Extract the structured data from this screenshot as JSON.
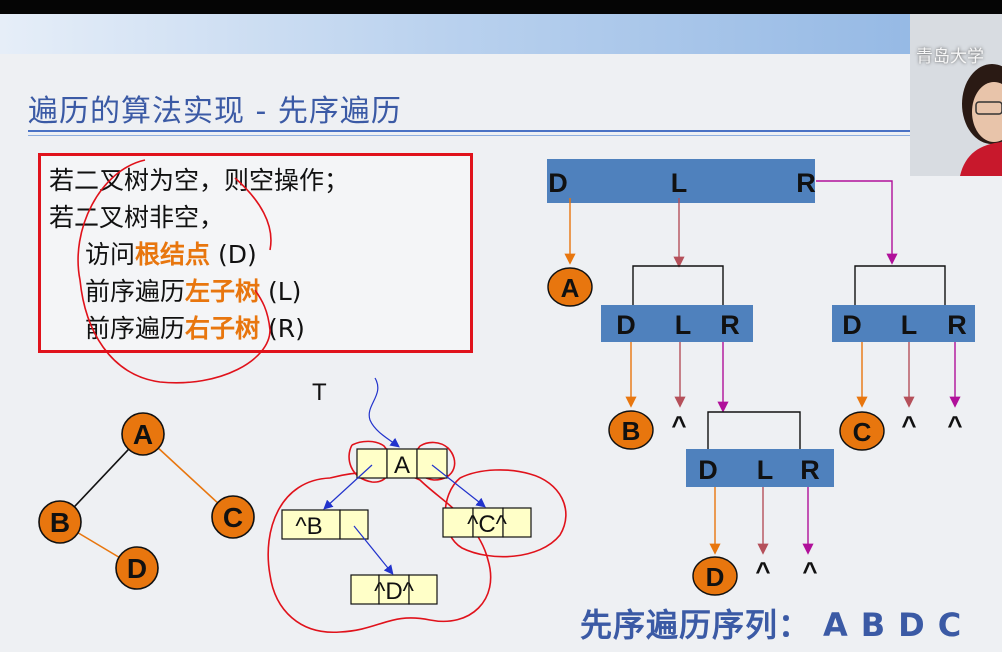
{
  "slide": {
    "title": "遍历的算法实现 - 先序遍历",
    "watermark": "青岛大学"
  },
  "algorithm": {
    "line1": "若二叉树为空，则空操作；",
    "line2": "若二叉树非空，",
    "steps": [
      {
        "prefix": "访问",
        "highlight": "根结点",
        "suffix": " (D)"
      },
      {
        "prefix": "前序遍历",
        "highlight": "左子树",
        "suffix": " (L)"
      },
      {
        "prefix": "前序遍历",
        "highlight": "右子树",
        "suffix": " (R)"
      }
    ]
  },
  "tree": {
    "nodes": [
      "A",
      "B",
      "C",
      "D"
    ],
    "node_color": "#e8760e"
  },
  "linked_list": {
    "pointer_label": "T",
    "root_cell": "A",
    "left_cell": "^B",
    "right_cell": "^C^",
    "grand_cell": "^D^",
    "null_symbol": "^"
  },
  "dlr": {
    "letters": [
      "D",
      "L",
      "R"
    ],
    "bar_color": "#4f81bd",
    "visited": [
      "A",
      "B",
      "C",
      "D"
    ]
  },
  "sequence": {
    "label": "先序遍历序列：",
    "values": [
      "A",
      "B",
      "D",
      "C"
    ]
  }
}
